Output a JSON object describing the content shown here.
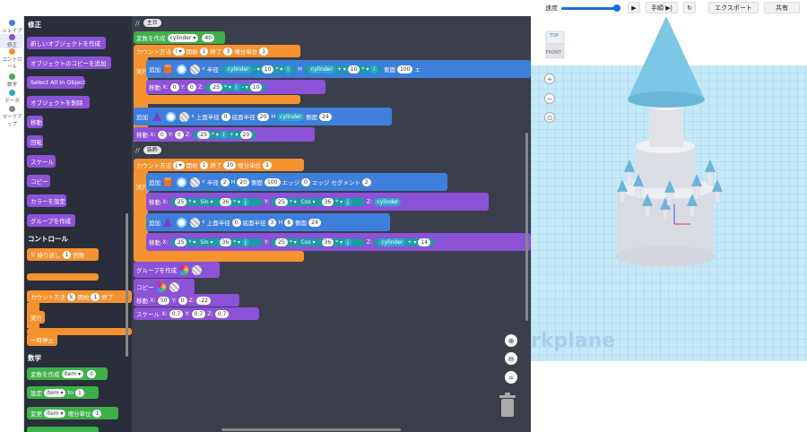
{
  "topbar": {
    "speed_label": "速度",
    "step_label": "手順",
    "export_label": "エクスポート",
    "share_label": "共有"
  },
  "categories": [
    {
      "label": "シェイプ",
      "color": "#3f7fdc"
    },
    {
      "label": "修正",
      "color": "#8c52d8"
    },
    {
      "label": "コントロール",
      "color": "#f5922e"
    },
    {
      "label": "数学",
      "color": "#3eb04a"
    },
    {
      "label": "データ",
      "color": "#2ea8c9"
    },
    {
      "label": "マークアップ",
      "color": "#888888"
    }
  ],
  "palette": {
    "section_modify": "修正",
    "modify_blocks": [
      "新しいオブジェクトを作成",
      "オブジェクトのコピーを追加",
      "Select All In Object",
      "オブジェクトを削除",
      "移動",
      "回転",
      "スケール",
      "コピー",
      "カラーを設定",
      "グループを作成"
    ],
    "section_control": "コントロール",
    "repeat_label": "繰り返し",
    "repeat_count": "1",
    "repeat_unit": "回数",
    "count_label": "カウント方法",
    "count_var": "k",
    "count_start_label": "開始",
    "count_start": "1",
    "count_end_label": "終了",
    "do_label": "実行",
    "pause_label": "一時停止",
    "section_math": "数学",
    "make_var_label": "変数を作成",
    "make_var_name": "item",
    "make_var_value": "0",
    "set_label": "設定",
    "set_var": "item",
    "to_label": "to",
    "set_value": "1",
    "change_label": "変更",
    "change_var": "item",
    "change_unit_label": "増分単位",
    "change_value": "1"
  },
  "workspace": {
    "comment1": "主台",
    "var_block": {
      "label": "変数を作成",
      "name": "cylinder",
      "value": "40"
    },
    "loop1": {
      "label": "カウント方法",
      "var": "i",
      "start_label": "開始",
      "start": "1",
      "end_label": "終了",
      "end": "3",
      "step_label": "増分単位",
      "step": "1",
      "do_label": "実行"
    },
    "add1": {
      "label": "追加",
      "radius_label": "半径",
      "expr_var": "cylinder",
      "minus": "-",
      "num10": "10",
      "mul": "*",
      "i": "i",
      "h_label": "H",
      "plus": "+",
      "side_label": "側面",
      "side": "100",
      "trailing": "エ"
    },
    "move1": {
      "label": "移動",
      "x_label": "X:",
      "x": "0",
      "y_label": "Y:",
      "y": "0",
      "z_label": "Z:",
      "z": "25",
      "mul": "*",
      "i": "i",
      "minus": "-",
      "num": "10"
    },
    "add2": {
      "label": "追加",
      "top_label": "上面半径",
      "top": "0",
      "bottom_label": "底面半径",
      "bottom": "20",
      "h_label": "H",
      "var": "cylinder",
      "side_label": "側面",
      "side": "24"
    },
    "move2": {
      "label": "移動",
      "x_label": "X:",
      "x": "0",
      "y_label": "Y:",
      "y": "0",
      "z_label": "Z:",
      "z": "25",
      "mul": "*",
      "i": "i",
      "plus": "+",
      "num": "20"
    },
    "comment2": "装飾",
    "loop2": {
      "label": "カウント方法",
      "var": "j",
      "start_label": "開始",
      "start": "1",
      "end_label": "終了",
      "end": "10",
      "step_label": "増分単位",
      "step": "1",
      "do_label": "実行"
    },
    "add3": {
      "label": "追加",
      "radius_label": "半径",
      "radius": "2",
      "h_label": "H",
      "h": "20",
      "side_label": "側面",
      "side": "100",
      "edge_label": "エッジ",
      "edge": "0",
      "seg_label": "エッジ セグメント",
      "seg": "2"
    },
    "move3": {
      "label": "移動",
      "x_label": "X:",
      "x": "25",
      "mul": "*",
      "sin": "Sin",
      "deg": "36",
      "j": "j",
      "y_label": "Y:",
      "y": "25",
      "cos": "Cos",
      "z_label": "Z:",
      "z_var": "cylinder"
    },
    "add4": {
      "label": "追加",
      "top_label": "上面半径",
      "top": "0",
      "bottom_label": "底面半径",
      "bottom": "3",
      "h_label": "H",
      "h": "8",
      "side_label": "側面",
      "side": "24"
    },
    "move4": {
      "label": "移動",
      "x_label": "X:",
      "x": "25",
      "mul": "*",
      "sin": "Sin",
      "deg": "36",
      "j": "j",
      "y_label": "Y:",
      "y": "25",
      "cos": "Cos",
      "z_label": "Z:",
      "z_var": "cylinder",
      "plus": "+",
      "z_add": "14"
    },
    "group": {
      "label": "グループを作成"
    },
    "copy": {
      "label": "コピー"
    },
    "move5": {
      "label": "移動",
      "x_label": "X:",
      "x": "50",
      "y_label": "Y:",
      "y": "0",
      "z_label": "Z:",
      "z": "-22"
    },
    "scale": {
      "label": "スケール",
      "x_label": "X:",
      "x": "0.7",
      "y_label": "Y:",
      "y": "0.7",
      "z_label": "Z:",
      "z": "0.7"
    }
  },
  "viewport": {
    "cube_top": "TOP",
    "cube_front": "FRONT",
    "workplane": "rkplane"
  }
}
